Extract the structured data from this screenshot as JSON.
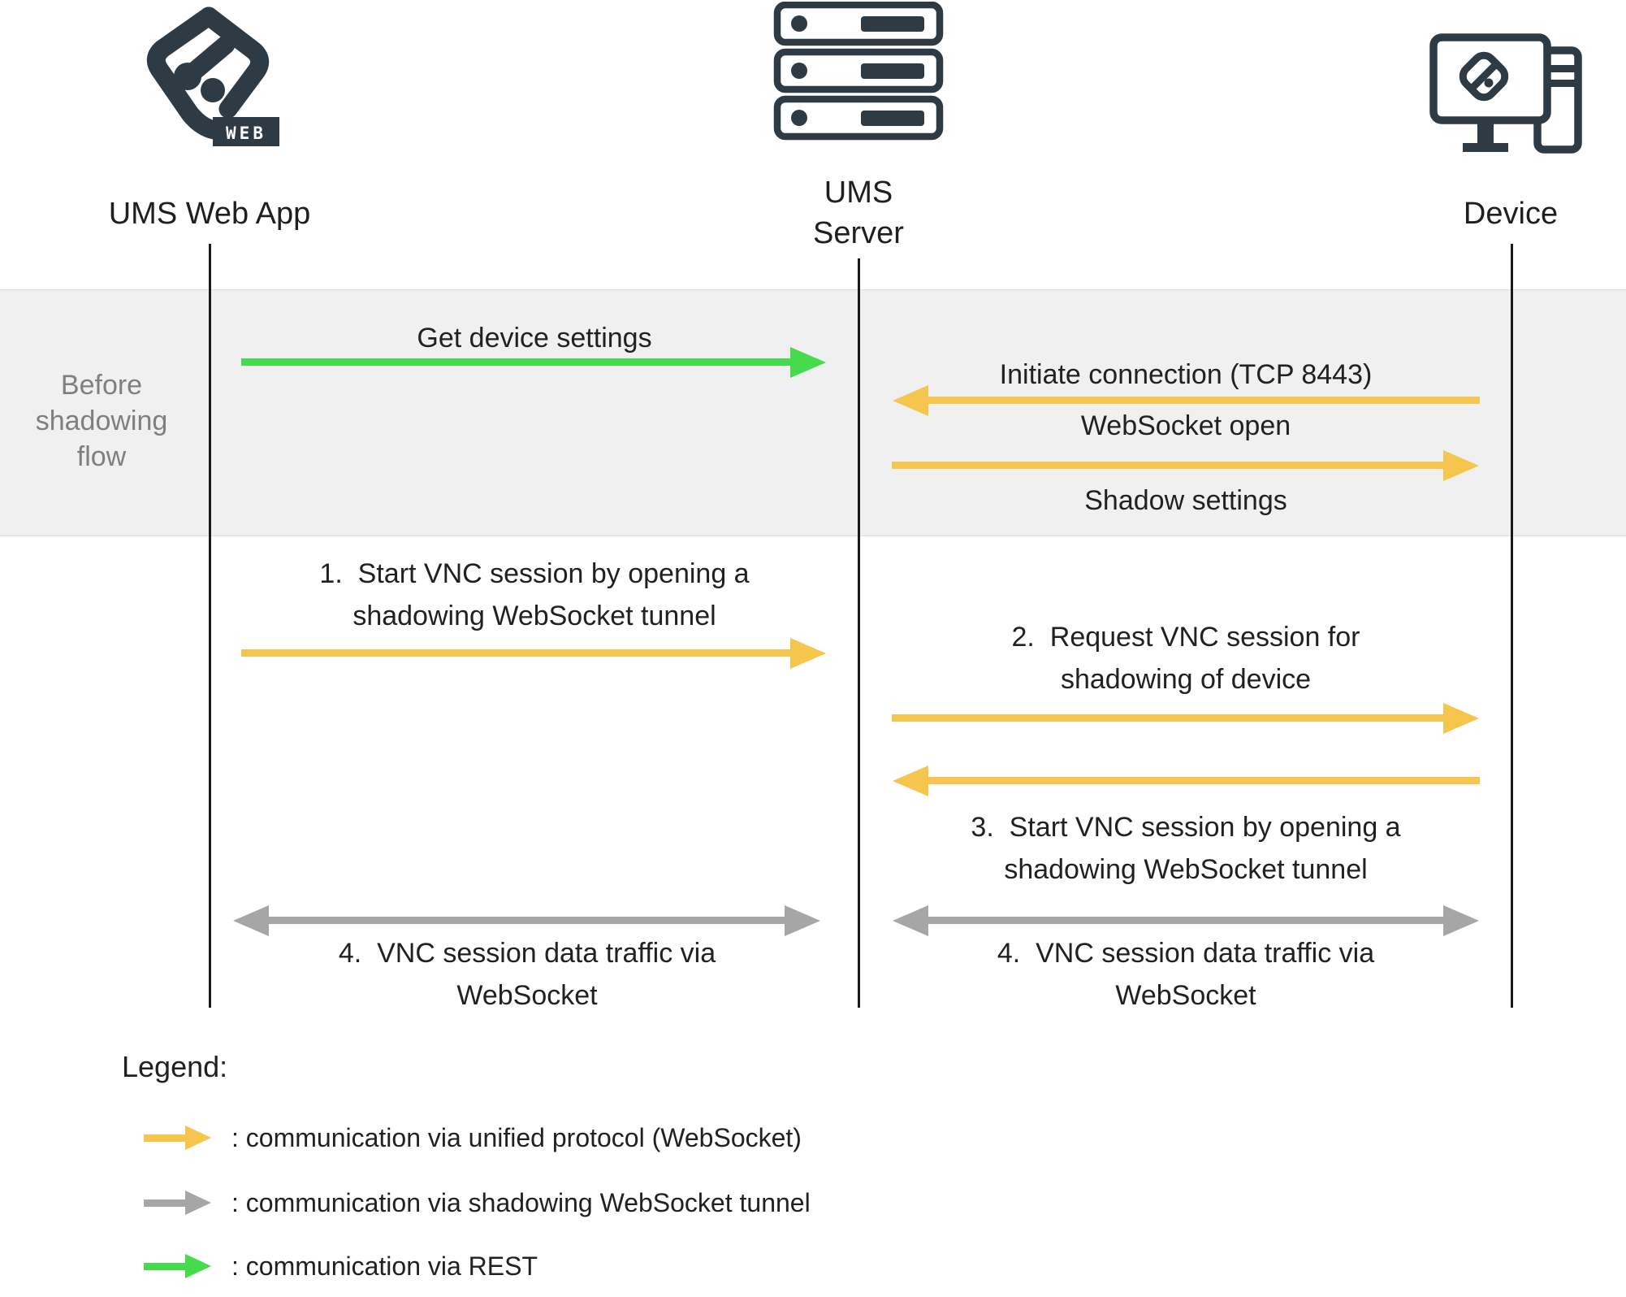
{
  "colors": {
    "ink": "#2E3A44",
    "text": "#212121",
    "muted_text": "#7F7F7F",
    "band_bg": "#F0F0F0",
    "band_border": "#DCDCDC",
    "lifeline": "#1A1A1A",
    "unified_protocol": "#F5C54E",
    "shadowing_tunnel": "#A6A6A6",
    "rest": "#45DB4C",
    "badge_text": "#FFFFFF"
  },
  "actors": {
    "web_app": {
      "label": "UMS Web App",
      "badge": "WEB"
    },
    "server": {
      "label_line1": "UMS",
      "label_line2": "Server"
    },
    "device": {
      "label": "Device"
    }
  },
  "phase_band": {
    "label": "Before shadowing flow"
  },
  "messages": {
    "get_device_settings": {
      "label": "Get device settings"
    },
    "initiate_connection": {
      "label": "Initiate connection (TCP 8443)"
    },
    "websocket_open": {
      "label": "WebSocket open"
    },
    "shadow_settings": {
      "label": "Shadow settings"
    },
    "step1": {
      "line1": "1.  Start VNC session by opening a",
      "line2": "shadowing WebSocket tunnel"
    },
    "step2": {
      "line1": "2.  Request VNC session for",
      "line2": "shadowing of device"
    },
    "step3": {
      "line1": "3.  Start VNC session by opening a",
      "line2": "shadowing WebSocket tunnel"
    },
    "step4_left": {
      "line1": "4.  VNC session data traffic via",
      "line2": "WebSocket"
    },
    "step4_right": {
      "line1": "4.  VNC session data traffic via",
      "line2": "WebSocket"
    }
  },
  "legend": {
    "title": "Legend:",
    "items": [
      {
        "label": ": communication via unified protocol (WebSocket)"
      },
      {
        "label": ": communication via shadowing WebSocket tunnel"
      },
      {
        "label": ": communication via REST"
      }
    ]
  }
}
